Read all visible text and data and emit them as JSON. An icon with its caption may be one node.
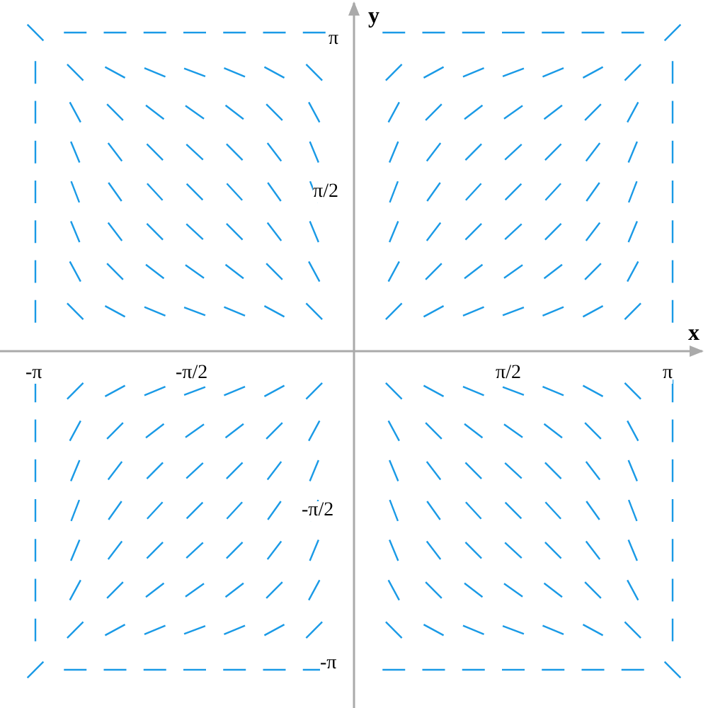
{
  "diagram": {
    "labels": [
      "y",
      "π",
      "π/2",
      "x",
      "-π",
      "-π/2",
      "π/2",
      "π",
      "-π/2",
      "-π"
    ]
  }
}
